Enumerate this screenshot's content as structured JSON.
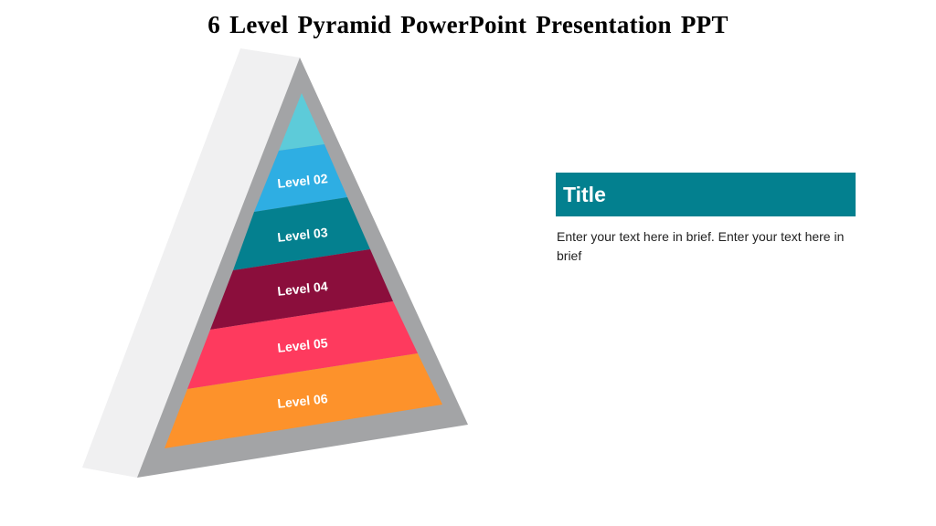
{
  "slide": {
    "title": "6 Level Pyramid PowerPoint Presentation PPT"
  },
  "pyramid": {
    "levels": [
      {
        "id": "level-01",
        "label": "",
        "color": "#5dcbd9"
      },
      {
        "id": "level-02",
        "label": "Level 02",
        "color": "#2eaee3"
      },
      {
        "id": "level-03",
        "label": "Level 03",
        "color": "#04808f"
      },
      {
        "id": "level-04",
        "label": "Level 04",
        "color": "#8b0e3c"
      },
      {
        "id": "level-05",
        "label": "Level 05",
        "color": "#fe3a5e"
      },
      {
        "id": "level-06",
        "label": "Level 06",
        "color": "#fd922b"
      }
    ],
    "frame_color": "#a3a4a6",
    "side_color": "#f0f0f1"
  },
  "text_panel": {
    "title": "Title",
    "title_bg": "#03808f",
    "body": "Enter your text here in brief. Enter your text here in brief"
  }
}
